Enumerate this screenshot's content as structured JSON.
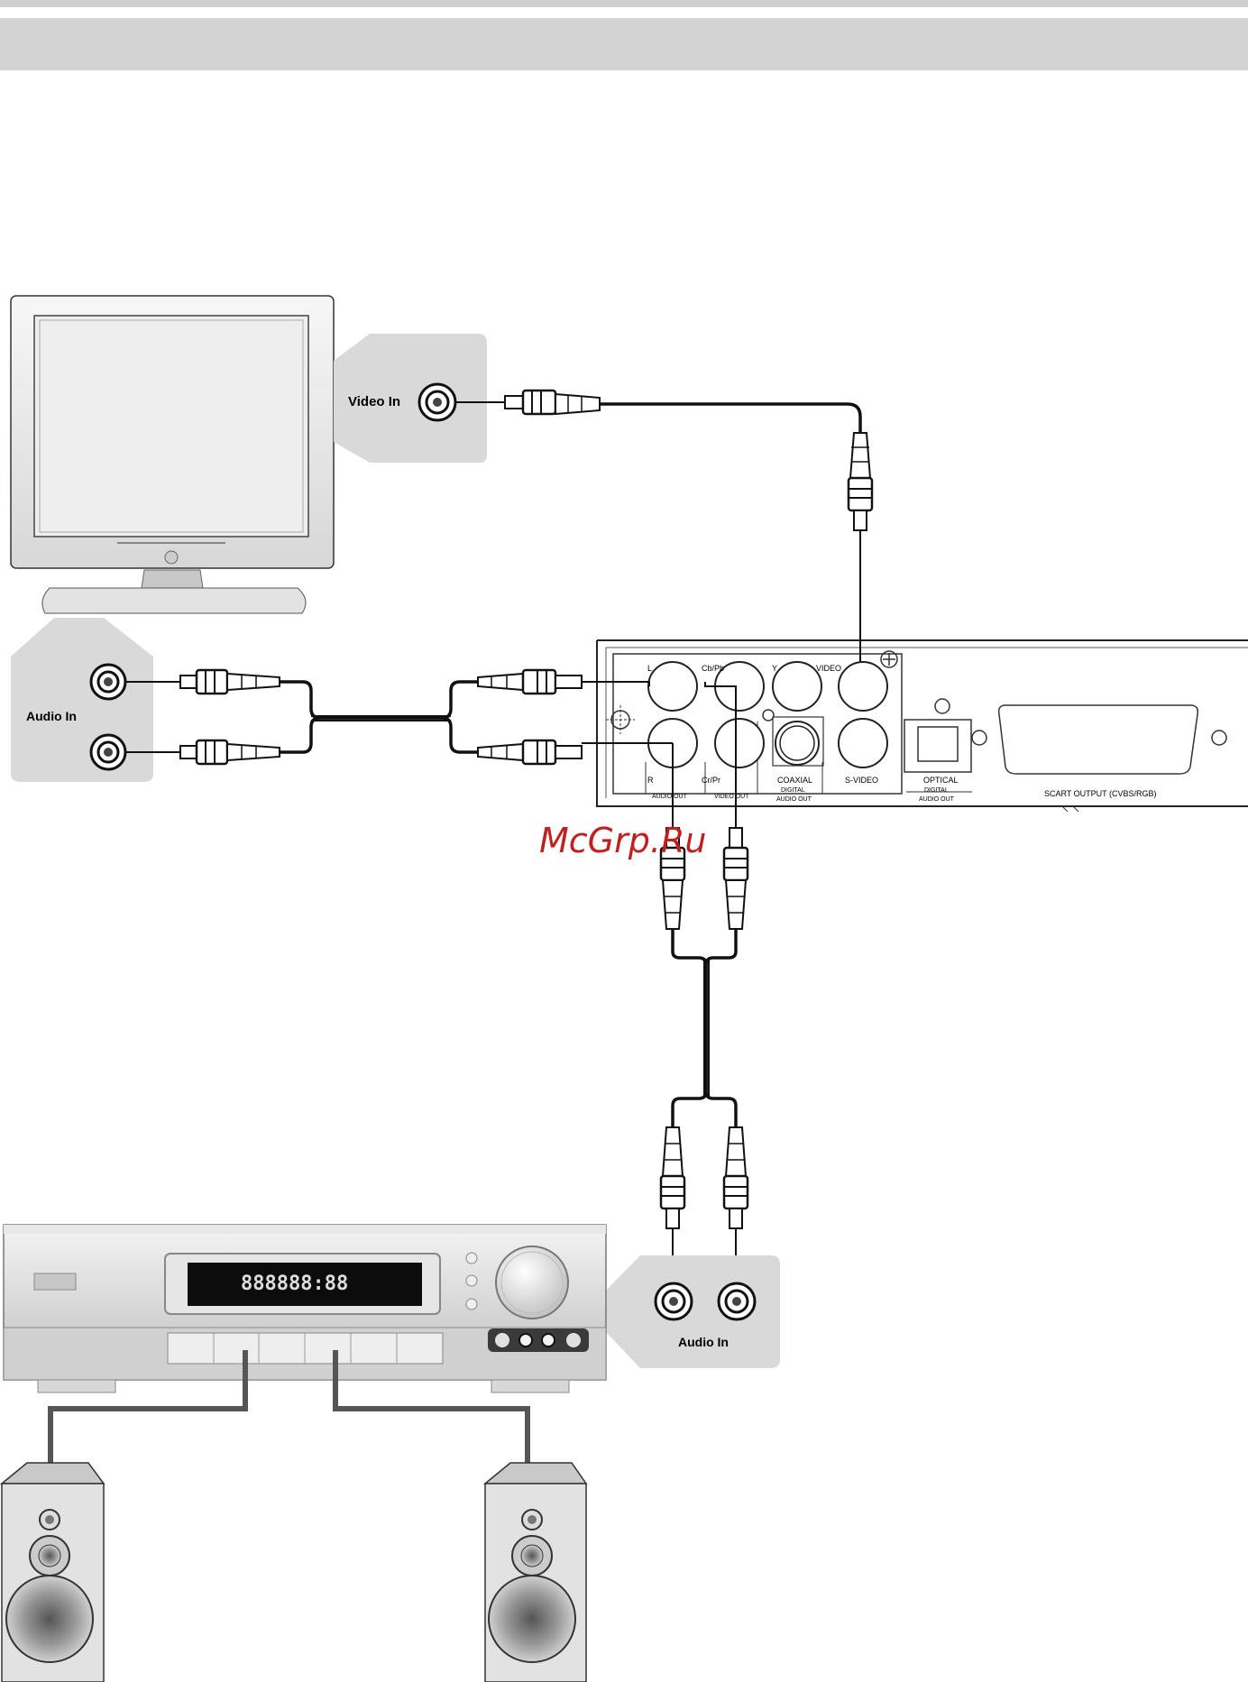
{
  "tv": {
    "video_in_label": "Video In",
    "audio_in_label": "Audio In"
  },
  "dvd_panel": {
    "jack_labels": {
      "L": "L",
      "R": "R",
      "cb_pb": "Cb/Pb",
      "cr_pr": "Cr/Pr",
      "y": "Y",
      "video": "VIDEO",
      "s_video": "S-VIDEO",
      "coaxial": "COAXIAL",
      "optical": "OPTICAL"
    },
    "group_labels": {
      "audio_out": "AUDIO OUT",
      "video_out": "VIDEO OUT",
      "digital_audio_out_line1": "DIGITAL",
      "digital_audio_out_line2": "AUDIO OUT",
      "digital_audio_out2_line1": "DIGITAL",
      "digital_audio_out2_line2": "AUDIO OUT",
      "scart": "SCART OUTPUT (CVBS/RGB)"
    }
  },
  "amplifier": {
    "audio_in_label": "Audio In",
    "display_digits": "888888:88"
  },
  "watermark": "McGrp.Ru",
  "colors": {
    "header_band": "#d3d3d3",
    "callout_gray": "#d9d9d9",
    "cable": "#111111",
    "speaker_wire": "#555555",
    "watermark": "#c0201f"
  }
}
